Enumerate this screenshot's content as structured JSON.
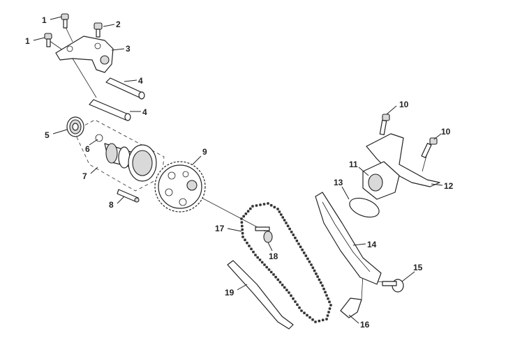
{
  "diagram": {
    "callouts": [
      {
        "id": "c1a",
        "label": "1"
      },
      {
        "id": "c1b",
        "label": "1"
      },
      {
        "id": "c2",
        "label": "2"
      },
      {
        "id": "c3",
        "label": "3"
      },
      {
        "id": "c4a",
        "label": "4"
      },
      {
        "id": "c4b",
        "label": "4"
      },
      {
        "id": "c5",
        "label": "5"
      },
      {
        "id": "c6",
        "label": "6"
      },
      {
        "id": "c7",
        "label": "7"
      },
      {
        "id": "c8",
        "label": "8"
      },
      {
        "id": "c9",
        "label": "9"
      },
      {
        "id": "c10a",
        "label": "10"
      },
      {
        "id": "c10b",
        "label": "10"
      },
      {
        "id": "c11",
        "label": "11"
      },
      {
        "id": "c12",
        "label": "12"
      },
      {
        "id": "c13",
        "label": "13"
      },
      {
        "id": "c14",
        "label": "14"
      },
      {
        "id": "c15",
        "label": "15"
      },
      {
        "id": "c16",
        "label": "16"
      },
      {
        "id": "c17",
        "label": "17"
      },
      {
        "id": "c18",
        "label": "18"
      },
      {
        "id": "c19",
        "label": "19"
      }
    ]
  }
}
